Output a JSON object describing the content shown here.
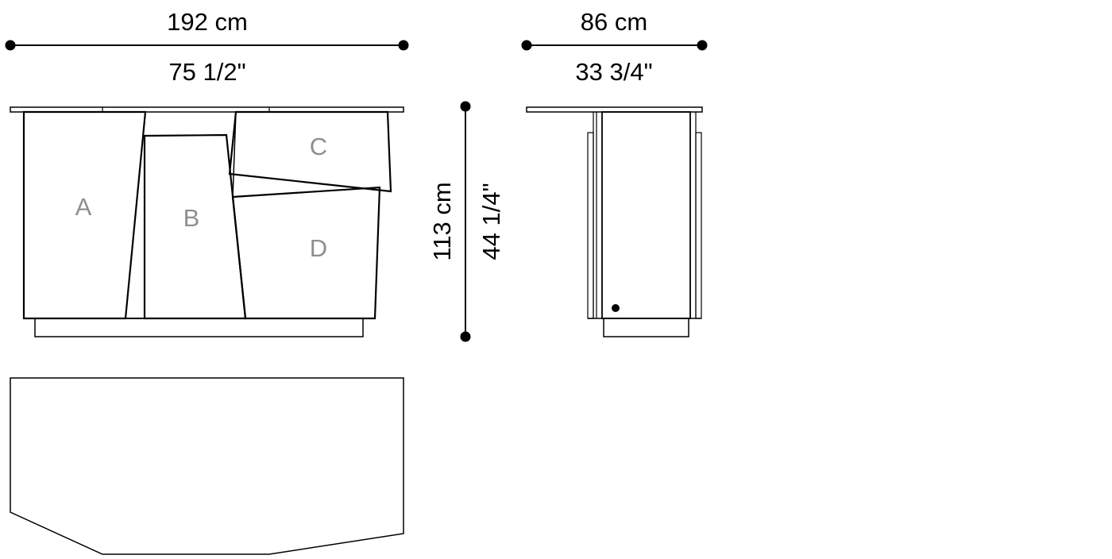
{
  "dimensions": {
    "width_cm": "192 cm",
    "width_in": "75 1/2\"",
    "depth_cm": "86 cm",
    "depth_in": "33 3/4\"",
    "height_cm": "113 cm",
    "height_in": "44 1/4\""
  },
  "panels": {
    "a": "A",
    "b": "B",
    "c": "C",
    "d": "D"
  },
  "colors": {
    "line": "#000000",
    "panel_label": "#8f8f8f",
    "background": "#ffffff"
  }
}
